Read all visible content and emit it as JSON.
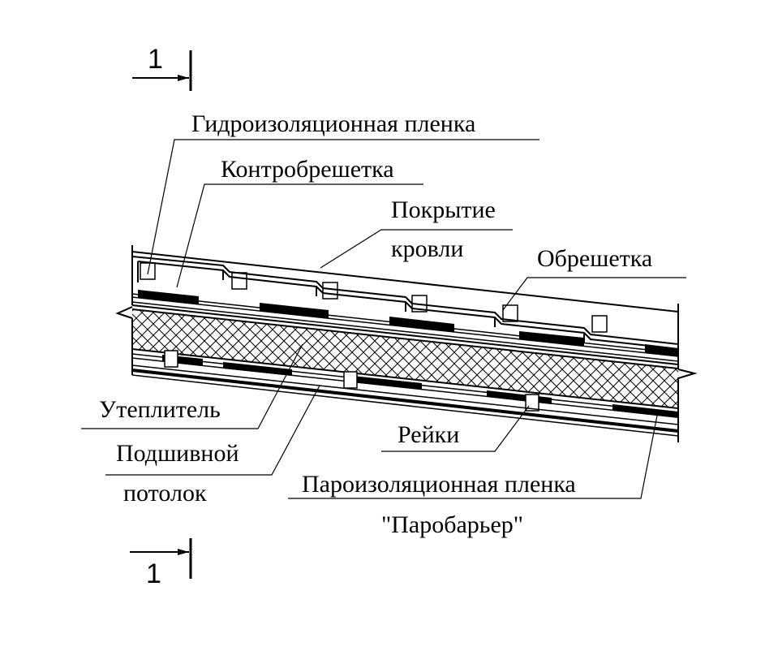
{
  "section_marker": {
    "top_number": "1",
    "bottom_number": "1"
  },
  "labels": {
    "waterproofing_film": "Гидроизоляционная пленка",
    "counter_batten": "Контробрешетка",
    "roof_covering_line1": "Покрытие",
    "roof_covering_line2": "кровли",
    "batten": "Обрешетка",
    "insulation": "Утеплитель",
    "ceiling_line1": "Подшивной",
    "ceiling_line2": "потолок",
    "slats": "Рейки",
    "vapor_film_line1": "Пароизоляционная пленка",
    "vapor_film_line2": "\"Паробарьер\""
  },
  "colors": {
    "ink": "#000000",
    "paper": "#ffffff"
  }
}
